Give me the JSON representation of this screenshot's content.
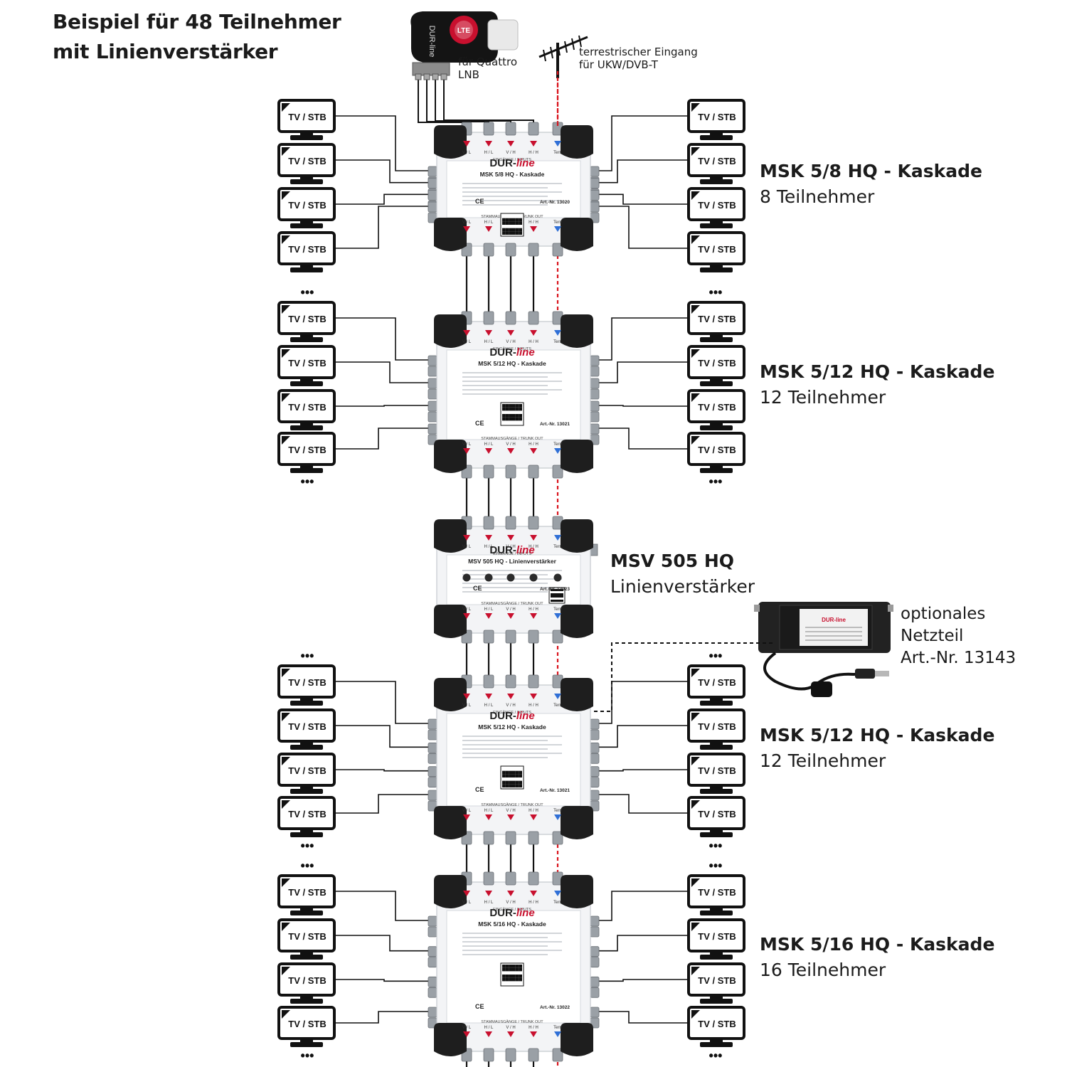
{
  "title": {
    "line1": "Beispiel für 48 Teilnehmer",
    "line2": "mit Linienverstärker"
  },
  "lnb": {
    "brand": "DUR-line",
    "badge": "LTE",
    "caption_line1": "für Quattro",
    "caption_line2": "LNB"
  },
  "antenna": {
    "caption_line1": "terrestrischer Eingang",
    "caption_line2": "für UKW/DVB-T"
  },
  "tv_label": "TV / STB",
  "ellipsis": "•••",
  "devices": [
    {
      "name": "MSK 5/8 HQ - Kaskade",
      "subtitle": "8 Teilnehmer",
      "brand": "DUR-line",
      "art_nr": "13020",
      "art_label": "Art.-Nr.",
      "inputs_label": "EINGÄNGE / INPUTS",
      "trunk_label": "STAMMAUSGÄNGE / TRUNK OUT",
      "ports": [
        "V / L",
        "LOW BAND H / L",
        "V / H",
        "HIGH BAND H / H",
        "Terr."
      ]
    },
    {
      "name": "MSK 5/12 HQ - Kaskade",
      "subtitle": "12 Teilnehmer",
      "brand": "DUR-line",
      "art_nr": "13021",
      "art_label": "Art.-Nr.",
      "inputs_label": "EINGÄNGE / INPUTS",
      "trunk_label": "STAMMAUSGÄNGE / TRUNK OUT",
      "ports": [
        "V / L",
        "LOW BAND H / L",
        "V / H",
        "HIGH BAND H / H",
        "Terr."
      ]
    },
    {
      "name": "MSV 505 HQ",
      "subtitle": "Linienverstärker",
      "device_title": "MSV 505 HQ - Linienverstärker",
      "brand": "DUR-line",
      "art_nr": "13023",
      "art_label": "Art.-Nr.",
      "inputs_label": "EINGÄNGE / INPUTS",
      "trunk_label": "STAMMAUSGÄNGE / TRUNK OUT",
      "ports": [
        "V / L",
        "LOW BAND H / L",
        "V / H",
        "HIGH BAND H / H",
        "Terr."
      ]
    },
    {
      "name": "MSK 5/12 HQ - Kaskade",
      "subtitle": "12 Teilnehmer",
      "brand": "DUR-line",
      "art_nr": "13021",
      "art_label": "Art.-Nr.",
      "inputs_label": "EINGÄNGE / INPUTS",
      "trunk_label": "STAMMAUSGÄNGE / TRUNK OUT",
      "ports": [
        "V / L",
        "LOW BAND H / L",
        "V / H",
        "HIGH BAND H / H",
        "Terr."
      ]
    },
    {
      "name": "MSK 5/16 HQ - Kaskade",
      "subtitle": "16 Teilnehmer",
      "brand": "DUR-line",
      "art_nr": "13022",
      "art_label": "Art.-Nr.",
      "inputs_label": "EINGÄNGE / INPUTS",
      "trunk_label": "STAMMAUSGÄNGE / TRUNK OUT",
      "ports": [
        "V / L",
        "LOW BAND H / L",
        "V / H",
        "HIGH BAND H / H",
        "Terr."
      ]
    }
  ],
  "power_supply": {
    "line1": "optionales",
    "line2": "Netzteil",
    "line3": "Art.-Nr. 13143",
    "brand": "DUR-line"
  },
  "colors": {
    "cable": "#111111",
    "terrestrial": "#d9121b",
    "brand_red": "#c8102e",
    "device_body": "#f3f4f6",
    "device_cap": "#1e1e1e",
    "connector": "#9aa0a6"
  }
}
